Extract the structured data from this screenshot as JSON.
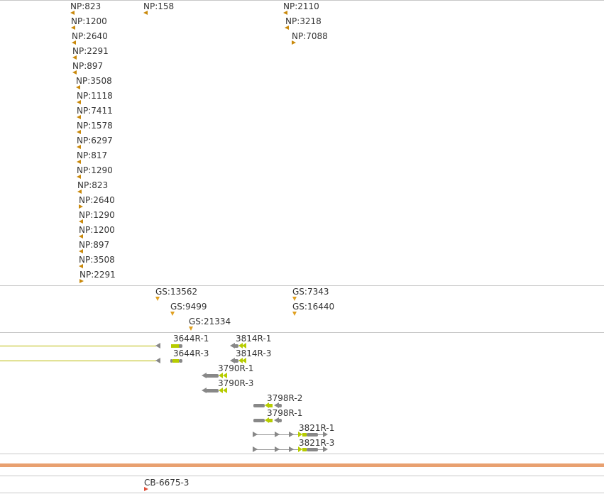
{
  "np_track": {
    "features": [
      {
        "label": "NP:823"
      },
      {
        "label": "NP:158"
      },
      {
        "label": "NP:2110"
      },
      {
        "label": "NP:1200"
      },
      {
        "label": "NP:3218"
      },
      {
        "label": "NP:2640"
      },
      {
        "label": "NP:7088"
      },
      {
        "label": "NP:2291"
      },
      {
        "label": "NP:897"
      },
      {
        "label": "NP:3508"
      },
      {
        "label": "NP:1118"
      },
      {
        "label": "NP:7411"
      },
      {
        "label": "NP:1578"
      },
      {
        "label": "NP:6297"
      },
      {
        "label": "NP:817"
      },
      {
        "label": "NP:1290"
      },
      {
        "label": "NP:823"
      },
      {
        "label": "NP:2640"
      },
      {
        "label": "NP:1290"
      },
      {
        "label": "NP:1200"
      },
      {
        "label": "NP:897"
      },
      {
        "label": "NP:3508"
      },
      {
        "label": "NP:2291"
      }
    ]
  },
  "gs_track": {
    "features": [
      {
        "label": "GS:13562"
      },
      {
        "label": "GS:7343"
      },
      {
        "label": "GS:9499"
      },
      {
        "label": "GS:16440"
      },
      {
        "label": "GS:21334"
      }
    ]
  },
  "gene_track": {
    "features": [
      {
        "label": "3644R-1"
      },
      {
        "label": "3814R-1"
      },
      {
        "label": "3644R-3"
      },
      {
        "label": "3814R-3"
      },
      {
        "label": "3790R-1"
      },
      {
        "label": "3790R-3"
      },
      {
        "label": "3798R-2"
      },
      {
        "label": "3798R-1"
      },
      {
        "label": "3821R-1"
      },
      {
        "label": "3821R-3"
      }
    ]
  },
  "cb_track": {
    "features": [
      {
        "label": "CB-6675-3"
      }
    ]
  },
  "colors": {
    "np_marker": "#c9890b",
    "gs_marker": "#e0a020",
    "gene_body": "#888888",
    "gene_cds": "#b6cc00",
    "divider": "#e8a070",
    "cb_marker": "#e0503a"
  }
}
